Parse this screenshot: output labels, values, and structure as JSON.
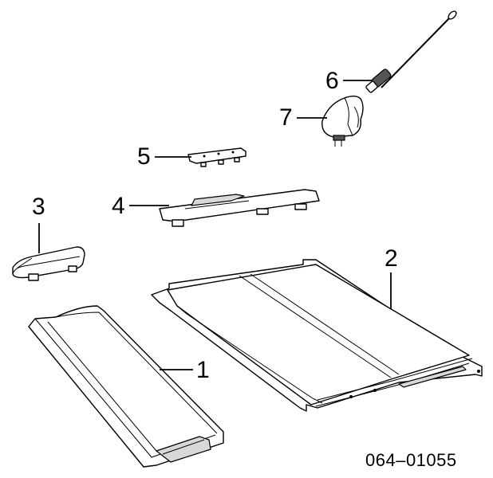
{
  "diagram": {
    "callouts": [
      {
        "id": "1",
        "label": "1"
      },
      {
        "id": "2",
        "label": "2"
      },
      {
        "id": "3",
        "label": "3"
      },
      {
        "id": "4",
        "label": "4"
      },
      {
        "id": "5",
        "label": "5"
      },
      {
        "id": "6",
        "label": "6"
      },
      {
        "id": "7",
        "label": "7"
      }
    ],
    "part_code": "064–01055"
  }
}
